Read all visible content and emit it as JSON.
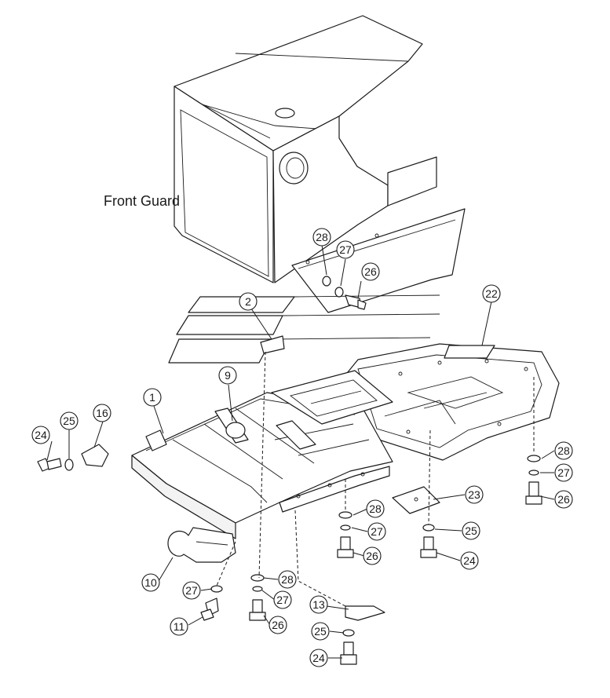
{
  "title": "Front Guard",
  "callouts": [
    "1",
    "2",
    "9",
    "10",
    "11",
    "13",
    "16",
    "22",
    "23",
    "24",
    "25",
    "26",
    "27",
    "28"
  ],
  "colors": {
    "line": "#1a1a1a",
    "background": "#ffffff"
  }
}
